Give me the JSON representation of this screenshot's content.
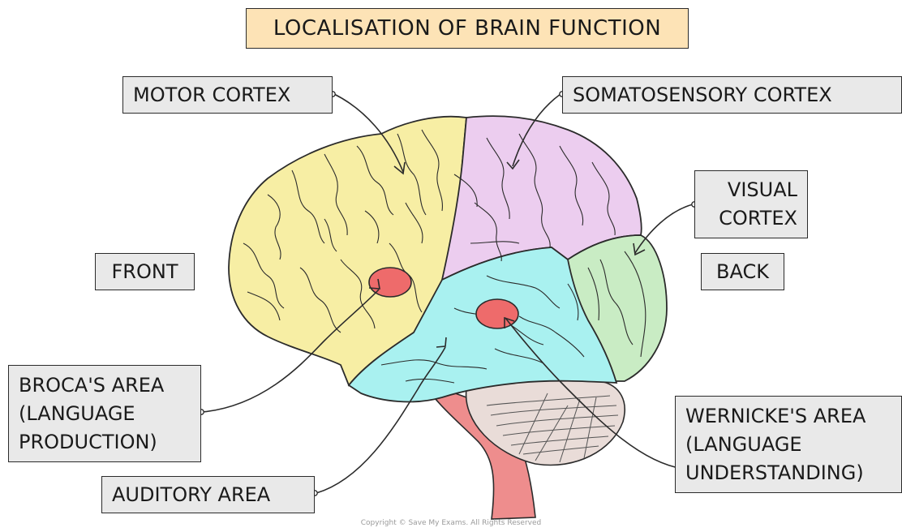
{
  "title": "LOCALISATION OF BRAIN FUNCTION",
  "labels": {
    "motor_cortex": "MOTOR CORTEX",
    "somatosensory_cortex": "SOMATOSENSORY CORTEX",
    "visual_cortex": [
      "VISUAL",
      "CORTEX"
    ],
    "front": "FRONT",
    "back": "BACK",
    "brocas_area": [
      "BROCA'S AREA",
      "(LANGUAGE",
      "PRODUCTION)"
    ],
    "wernickes_area": [
      "WERNICKE'S AREA",
      "(LANGUAGE",
      "UNDERSTANDING)"
    ],
    "auditory_area": "AUDITORY AREA"
  },
  "copyright": "Copyright © Save My Exams. All Rights Reserved",
  "colors": {
    "title_fill": "#fde3b6",
    "label_fill": "#e9e9e9",
    "frontal_lobe": "#f7eea4",
    "parietal_lobe": "#eccdef",
    "temporal_lobe": "#a9f1f0",
    "occipital_lobe": "#c9ecc4",
    "cerebellum": "#e9dcd8",
    "brainstem": "#ee8d8d",
    "speech_areas": "#ee6b6b"
  }
}
